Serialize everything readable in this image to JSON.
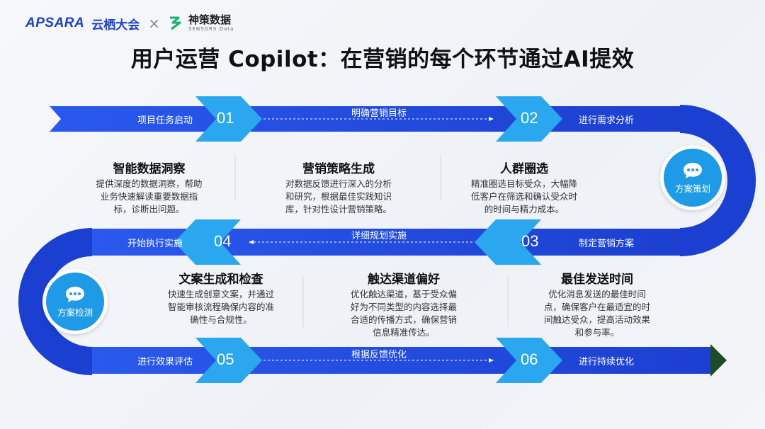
{
  "logo": {
    "apsara": "APSARA",
    "yunqi": "云栖大会",
    "times": "×",
    "sensors_cn": "神策数据",
    "sensors_en": "SENSORS Data"
  },
  "title": "用户运营 Copilot：在营销的每个环节通过AI提效",
  "colors": {
    "ribbon": "#1f48e0",
    "chevron": "#2aa7ee",
    "road": "#1a3fd1",
    "badge": "#1e9ae6",
    "arrow_end": "#1e4b2a"
  },
  "row1": {
    "start": "项目任务启动",
    "n1": "01",
    "mid": "明确营销目标",
    "n2": "02",
    "end": "进行需求分析"
  },
  "row2": {
    "start": "开始执行实施",
    "n1": "04",
    "mid": "详细规划实施",
    "n2": "03",
    "end": "制定营销方案"
  },
  "row3": {
    "start": "进行效果评估",
    "n1": "05",
    "mid": "根据反馈优化",
    "n2": "06",
    "end": "进行持续优化"
  },
  "badges": {
    "plan": "方案策划",
    "check": "方案检测"
  },
  "cards_top": [
    {
      "title": "智能数据洞察",
      "lines": [
        "提供深度的数据洞察，帮助",
        "业务快速解读重要数据指",
        "标，诊断出问题。"
      ]
    },
    {
      "title": "营销策略生成",
      "lines": [
        "对数据反馈进行深入的分析",
        "和研究，根据最佳实践知识",
        "库，针对性设计营销策略。"
      ]
    },
    {
      "title": "人群圈选",
      "lines": [
        "精准圈选目标受众，大幅降",
        "低客户在筛选和确认受众时",
        "的时间与精力成本。"
      ]
    }
  ],
  "cards_bottom": [
    {
      "title": "文案生成和检查",
      "lines": [
        "快速生成创意文案，并通过",
        "智能审核流程确保内容的准",
        "确性与合规性。"
      ]
    },
    {
      "title": "触达渠道偏好",
      "lines": [
        "优化触达渠道，基于受众偏",
        "好为不同类型的内容选择最",
        "合适的传播方式，确保营销",
        "信息精准传达。"
      ]
    },
    {
      "title": "最佳发送时间",
      "lines": [
        "优化消息发送的最佳时间",
        "点，确保客户在最适宜的时",
        "间触达受众，提高活动效果",
        "和参与率。"
      ]
    }
  ]
}
